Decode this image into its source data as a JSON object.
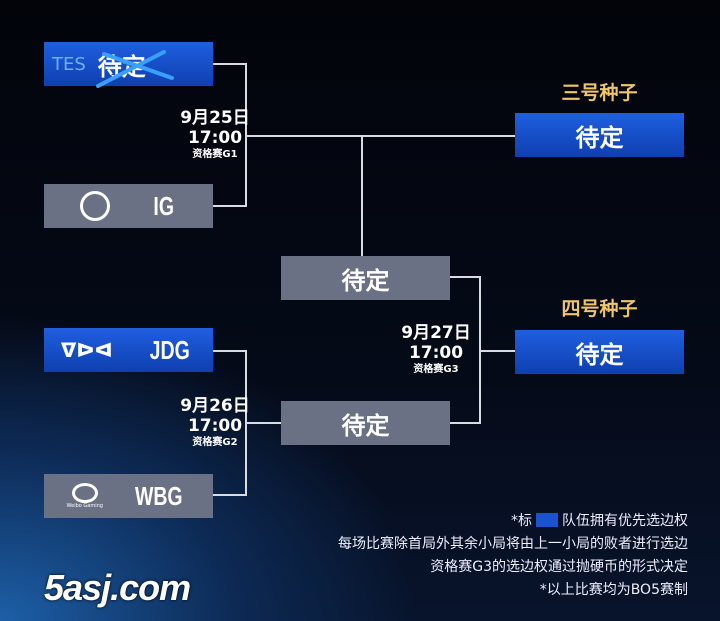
{
  "teams": {
    "tes": {
      "name": "TES",
      "label": "待定",
      "struck": true
    },
    "ig": {
      "name": "IG"
    },
    "jdg": {
      "name": "JDG"
    },
    "wbg": {
      "name": "WBG",
      "sub": "Weibo Gaming"
    }
  },
  "matches": [
    {
      "date": "9月25日",
      "time": "17:00",
      "stage": "资格赛G1"
    },
    {
      "date": "9月26日",
      "time": "17:00",
      "stage": "资格赛G2"
    },
    {
      "date": "9月27日",
      "time": "17:00",
      "stage": "资格赛G3"
    }
  ],
  "winners": {
    "g1": "待定",
    "g2": "待定"
  },
  "seeds": [
    {
      "title": "三号种子",
      "team": "待定"
    },
    {
      "title": "四号种子",
      "team": "待定"
    }
  ],
  "notes": {
    "legend_prefix": "*标",
    "legend_suffix": "队伍拥有优先选边权",
    "line2": "每场比赛除首局外其余小局将由上一小局的败者进行选边",
    "line3": "资格赛G3的选边权通过抛硬币的形式决定",
    "line4": "*以上比赛均为BO5赛制"
  },
  "watermark": "5asj.com",
  "colors": {
    "blue": "#1a52d0",
    "gray": "#6b7185",
    "seed": "#f0c46a"
  }
}
